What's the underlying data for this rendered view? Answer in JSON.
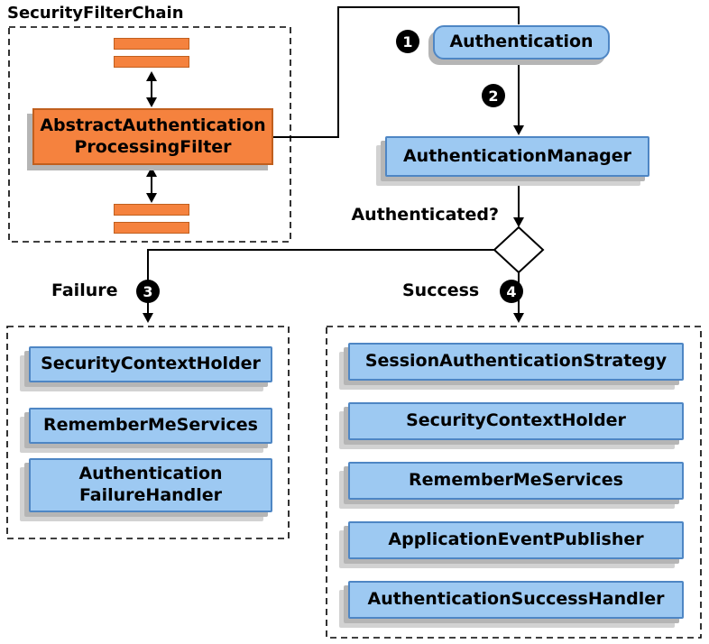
{
  "diagram": {
    "filter_chain_label": "SecurityFilterChain",
    "processing_filter_label": "AbstractAuthentication ProcessingFilter",
    "authentication_label": "Authentication",
    "authentication_manager_label": "AuthenticationManager",
    "authenticated_question": "Authenticated?",
    "failure_label": "Failure",
    "success_label": "Success",
    "steps": [
      "1",
      "2",
      "3",
      "4"
    ],
    "failure_handlers": [
      "SecurityContextHolder",
      "RememberMeServices",
      "Authentication FailureHandler"
    ],
    "success_handlers": [
      "SessionAuthenticationStrategy",
      "SecurityContextHolder",
      "RememberMeServices",
      "ApplicationEventPublisher",
      "AuthenticationSuccessHandler"
    ],
    "colors": {
      "box_fill": "#9DC9F2",
      "box_border": "#4E86C4",
      "orange_fill": "#F5823E"
    }
  }
}
